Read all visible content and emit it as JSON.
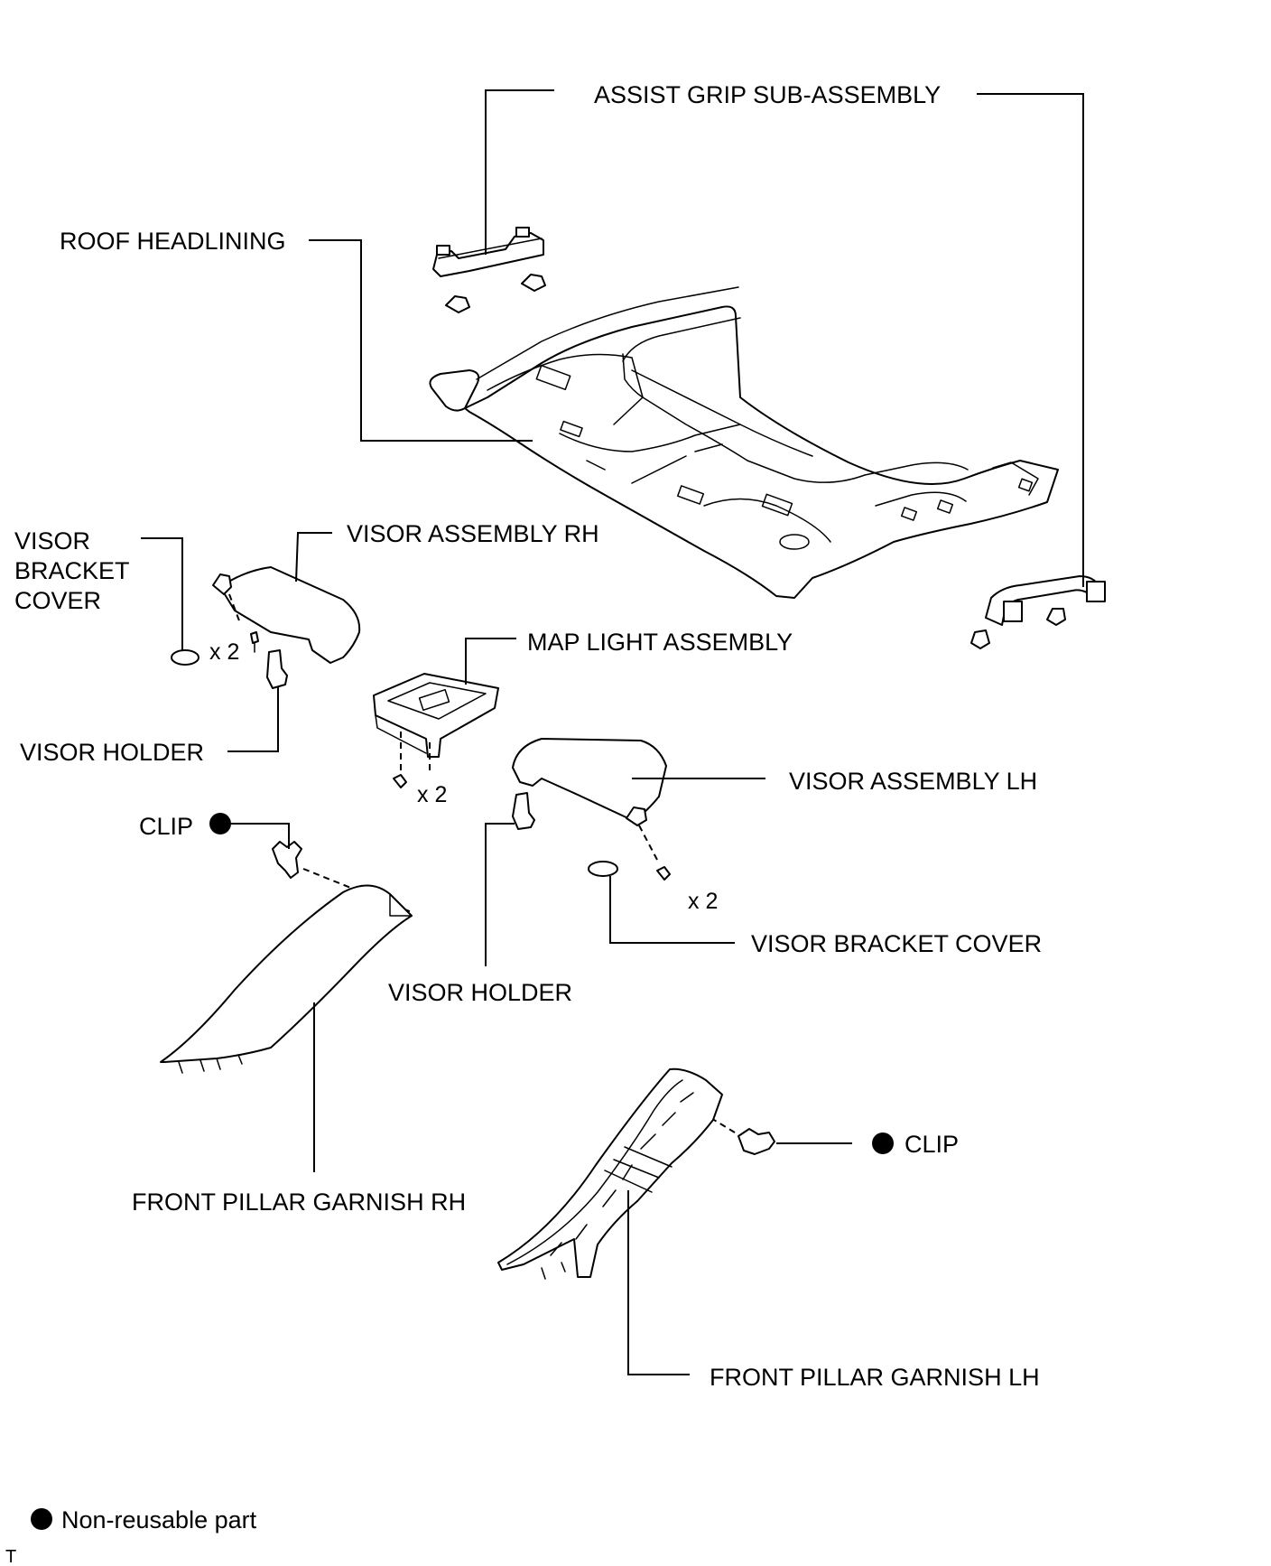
{
  "labels": {
    "assist_grip": "ASSIST GRIP SUB-ASSEMBLY",
    "roof_headlining": "ROOF HEADLINING",
    "visor_bracket_cover_rh_line1": "VISOR",
    "visor_bracket_cover_rh_line2": "BRACKET",
    "visor_bracket_cover_rh_line3": "COVER",
    "visor_assembly_rh": "VISOR ASSEMBLY RH",
    "map_light_assembly": "MAP LIGHT ASSEMBLY",
    "visor_holder_rh": "VISOR HOLDER",
    "visor_assembly_lh": "VISOR ASSEMBLY LH",
    "clip_rh": "CLIP",
    "visor_bracket_cover_lh": "VISOR BRACKET COVER",
    "visor_holder_lh": "VISOR HOLDER",
    "front_pillar_garnish_rh": "FRONT PILLAR GARNISH RH",
    "clip_lh": "CLIP",
    "front_pillar_garnish_lh": "FRONT PILLAR GARNISH LH"
  },
  "quantities": {
    "visor_rh_screws": "x 2",
    "map_light_screws": "x 2",
    "visor_lh_screws": "x 2"
  },
  "legend": {
    "symbol": "filled-circle",
    "text": "Non-reusable part"
  },
  "corner_mark": "T"
}
